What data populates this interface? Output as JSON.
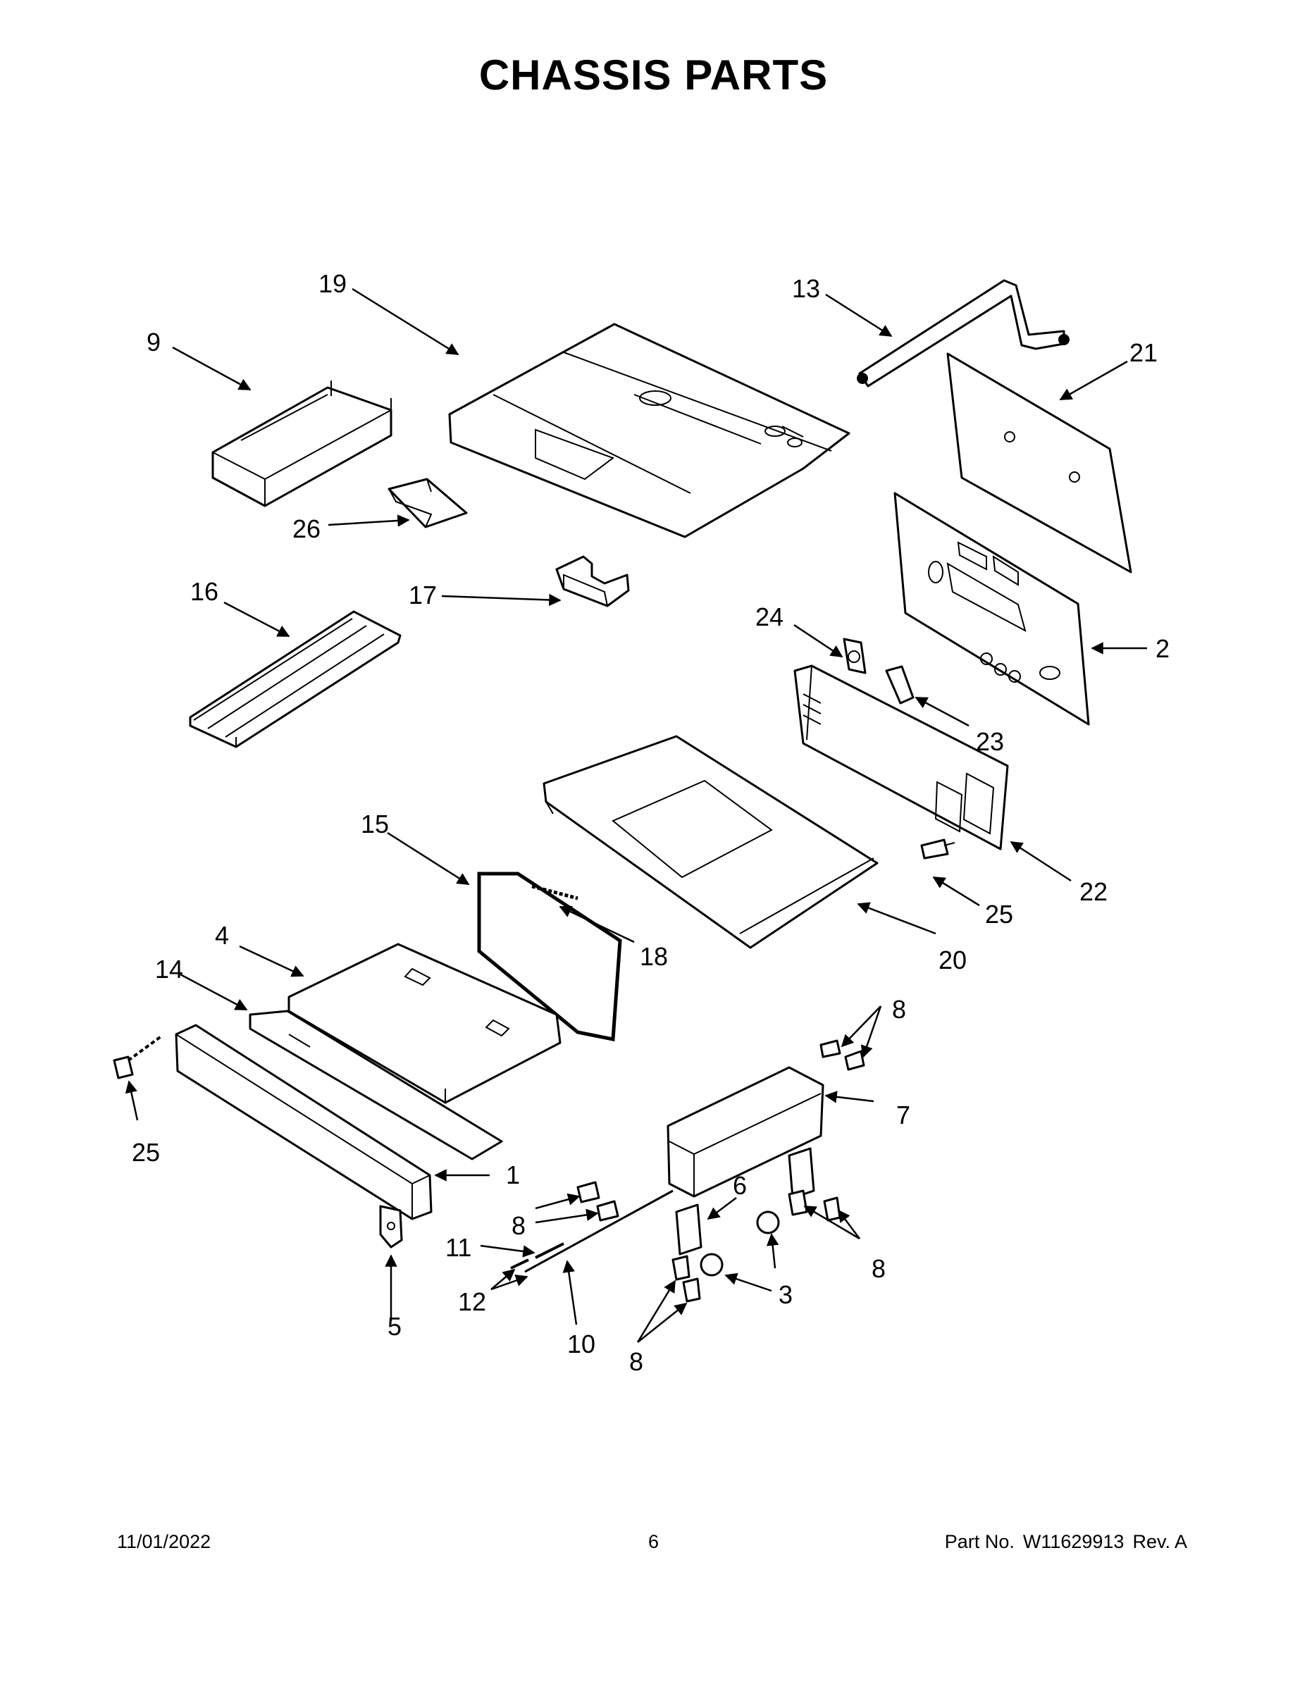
{
  "title": "CHASSIS PARTS",
  "callouts": [
    "1",
    "2",
    "3",
    "4",
    "5",
    "6",
    "7",
    "8",
    "9",
    "10",
    "11",
    "12",
    "13",
    "14",
    "15",
    "16",
    "17",
    "18",
    "19",
    "20",
    "21",
    "22",
    "23",
    "24",
    "25",
    "26"
  ],
  "footer": {
    "date": "11/01/2022",
    "page": "6",
    "part_label": "Part No.",
    "part_number": "W11629913",
    "rev": "Rev. A"
  }
}
